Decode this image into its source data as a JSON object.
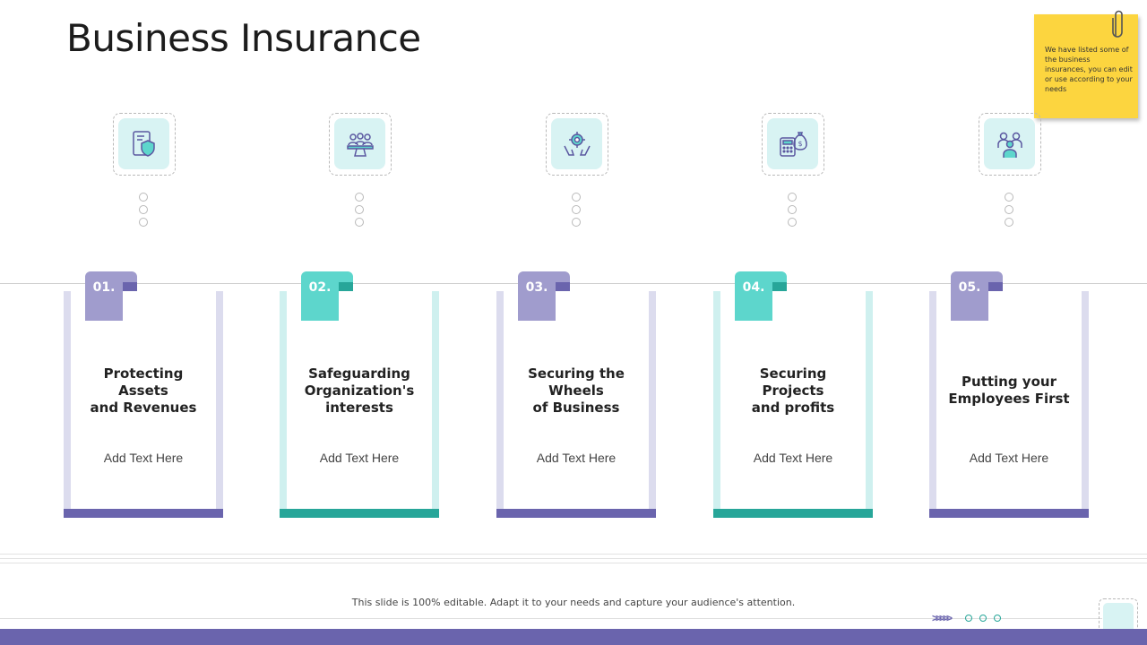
{
  "slide": {
    "title": "Business Insurance",
    "sticky_note": "We have listed some of the business insurances, you can edit or use according to your needs",
    "footer_text": "This slide is 100% editable. Adapt it to your needs and capture your audience's attention."
  },
  "colors": {
    "purple": "#6a64ad",
    "purple_light": "#dcdcee",
    "tab_purple": "#a09ccd",
    "teal": "#27a699",
    "teal_light": "#cff0ef",
    "tab_teal": "#5dd6cc",
    "icon_bg": "#d8f3f3",
    "sticky": "#fcd53f"
  },
  "cards": [
    {
      "num": "01.",
      "title": "Protecting\nAssets\nand Revenues",
      "sub": "Add Text Here",
      "icon": "shield-document-icon",
      "theme": "purple"
    },
    {
      "num": "02.",
      "title": "Safeguarding\nOrganization's\ninterests",
      "sub": "Add Text Here",
      "icon": "meeting-people-icon",
      "theme": "teal"
    },
    {
      "num": "03.",
      "title": "Securing the\nWheels\nof Business",
      "sub": "Add Text Here",
      "icon": "hands-gear-icon",
      "theme": "purple"
    },
    {
      "num": "04.",
      "title": "Securing\nProjects\nand profits",
      "sub": "Add Text Here",
      "icon": "calculator-money-icon",
      "theme": "teal"
    },
    {
      "num": "05.",
      "title": "Putting your\nEmployees First",
      "sub": "Add Text Here",
      "icon": "team-icon",
      "theme": "purple"
    }
  ]
}
